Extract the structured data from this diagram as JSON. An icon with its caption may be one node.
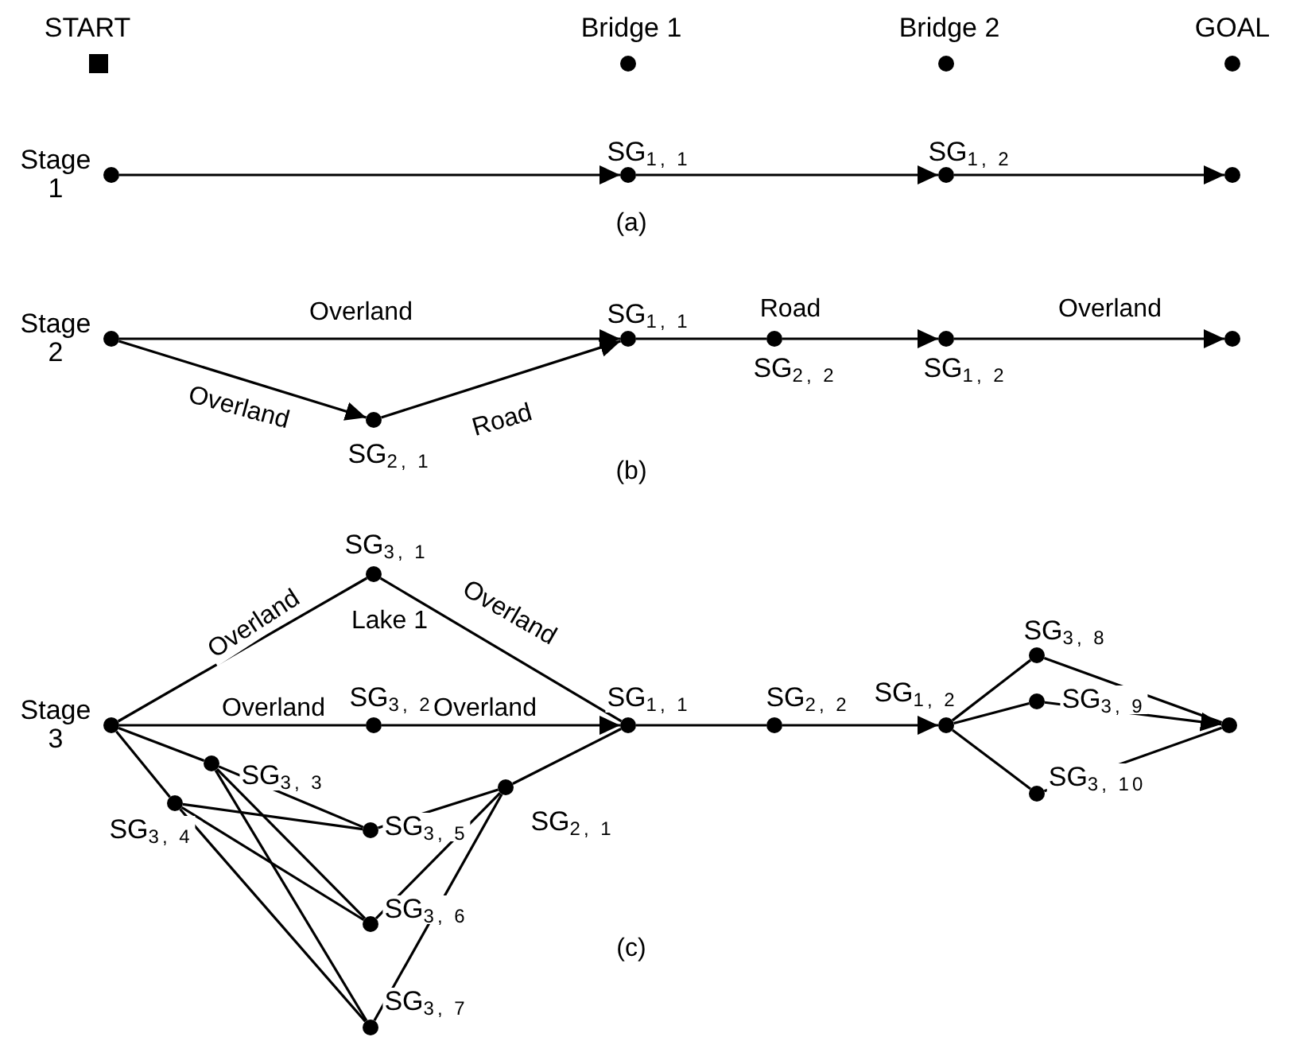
{
  "diagram": {
    "nodes": [
      {
        "text": [],
        "shape": "box",
        "beside": [
          "START"
        ]
      },
      {
        "text": [],
        "shape": "circle",
        "beside": [
          "Bridge 1"
        ]
      },
      {
        "text": [],
        "shape": "circle",
        "beside": [
          "Bridge 2"
        ]
      },
      {
        "text": [],
        "shape": "circle",
        "beside": [
          "GOAL"
        ]
      },
      {
        "text": [],
        "shape": "circle",
        "beside": [
          "Stage 1"
        ]
      },
      {
        "text": [],
        "shape": "circle",
        "beside": [
          "SG$_{1, 1}$"
        ]
      },
      {
        "text": [],
        "shape": "circle",
        "beside": [
          "SG$_{1, 2}$"
        ]
      },
      {
        "text": [],
        "shape": "circle"
      },
      {
        "text": [],
        "shape": "circle",
        "beside": [
          "Stage 2"
        ]
      },
      {
        "text": [],
        "shape": "circle",
        "beside": [
          "SG$_{1, 1}$"
        ]
      },
      {
        "text": [],
        "shape": "circle",
        "beside": [
          "SG$_{2, 2}$"
        ]
      },
      {
        "text": [],
        "shape": "circle",
        "beside": [
          "SG$_{1, 2}$"
        ]
      },
      {
        "text": [],
        "shape": "circle"
      },
      {
        "text": [],
        "shape": "circle",
        "beside": [
          "SG$_{2, 1}$"
        ]
      },
      {
        "text": [],
        "shape": "circle",
        "beside": [
          "Stage 3"
        ]
      },
      {
        "text": [],
        "shape": "circle",
        "beside": [
          "SG$_{3, 1}$"
        ]
      },
      {
        "text": [],
        "shape": "circle",
        "beside": [
          "SG$_{3, 2}$"
        ]
      },
      {
        "text": [],
        "shape": "circle",
        "beside": [
          "SG$_{1, 1}$"
        ]
      },
      {
        "text": [],
        "shape": "circle",
        "beside": [
          "SG$_{2, 2}$"
        ]
      },
      {
        "text": [],
        "shape": "circle",
        "beside": [
          "SG$_{1, 2}$"
        ]
      },
      {
        "text": [],
        "shape": "circle",
        "beside": [
          "SG$_{3, 8}$"
        ]
      },
      {
        "text": [],
        "shape": "circle",
        "beside": [
          "SG$_{3, 9}$"
        ]
      },
      {
        "text": [],
        "shape": "circle",
        "beside": [
          "SG$_{3, 10}$"
        ]
      },
      {
        "text": [],
        "shape": "circle"
      },
      {
        "text": [],
        "shape": "circle",
        "beside": [
          "SG$_{3, 3}$"
        ]
      },
      {
        "text": [],
        "shape": "circle",
        "beside": [
          "SG$_{3, 4}$"
        ]
      },
      {
        "text": [],
        "shape": "circle",
        "beside": [
          "SG$_{3, 5}$"
        ]
      },
      {
        "text": [],
        "shape": "circle",
        "beside": [
          "SG$_{3, 6}$"
        ]
      },
      {
        "text": [],
        "shape": "circle",
        "beside": [
          "SG$_{3, 7}$"
        ]
      },
      {
        "text": [],
        "shape": "circle",
        "beside": [
          "SG$_{2, 1}$"
        ]
      }
    ],
    "edges": [
      {
        "from": 4,
        "to": 5,
        "arrow": "to"
      },
      {
        "from": 5,
        "to": 6,
        "arrow": "to"
      },
      {
        "from": 6,
        "to": 7,
        "arrow": "to"
      },
      {
        "from": 8,
        "to": 9,
        "arrow": "to",
        "label": "Overland"
      },
      {
        "from": 8,
        "to": 13,
        "arrow": "to",
        "label": "Overland"
      },
      {
        "from": 13,
        "to": 9,
        "arrow": "to",
        "label": "Road"
      },
      {
        "from": 9,
        "to": 10,
        "arrow": "none",
        "label": "Road"
      },
      {
        "from": 10,
        "to": 11,
        "arrow": "to"
      },
      {
        "from": 11,
        "to": 12,
        "arrow": "to",
        "label": "Overland"
      },
      {
        "from": 14,
        "to": 15,
        "arrow": "none",
        "label": "Overland"
      },
      {
        "from": 15,
        "to": 17,
        "arrow": "none",
        "label": "Overland"
      },
      {
        "from": 14,
        "to": 16,
        "arrow": "none",
        "label": "Overland"
      },
      {
        "from": 16,
        "to": 17,
        "arrow": "to",
        "label": "Overland"
      },
      {
        "from": 14,
        "to": 24,
        "arrow": "none"
      },
      {
        "from": 14,
        "to": 25,
        "arrow": "none"
      },
      {
        "from": 24,
        "to": 26,
        "arrow": "none"
      },
      {
        "from": 24,
        "to": 27,
        "arrow": "none"
      },
      {
        "from": 24,
        "to": 28,
        "arrow": "none"
      },
      {
        "from": 25,
        "to": 26,
        "arrow": "none"
      },
      {
        "from": 25,
        "to": 27,
        "arrow": "none"
      },
      {
        "from": 25,
        "to": 28,
        "arrow": "none"
      },
      {
        "from": 26,
        "to": 29,
        "arrow": "none"
      },
      {
        "from": 27,
        "to": 29,
        "arrow": "none"
      },
      {
        "from": 28,
        "to": 29,
        "arrow": "none"
      },
      {
        "from": 29,
        "to": 17,
        "arrow": "none"
      },
      {
        "from": 17,
        "to": 18,
        "arrow": "none"
      },
      {
        "from": 18,
        "to": 19,
        "arrow": "to"
      },
      {
        "from": 19,
        "to": 20,
        "arrow": "none"
      },
      {
        "from": 19,
        "to": 21,
        "arrow": "none"
      },
      {
        "from": 19,
        "to": 22,
        "arrow": "none"
      },
      {
        "from": 20,
        "to": 23,
        "arrow": "none"
      },
      {
        "from": 21,
        "to": 23,
        "arrow": "to"
      },
      {
        "from": 22,
        "to": 23,
        "arrow": "none"
      }
    ],
    "labels": [
      "(a)",
      "(b)",
      "Lake 1",
      "(c)"
    ]
  }
}
